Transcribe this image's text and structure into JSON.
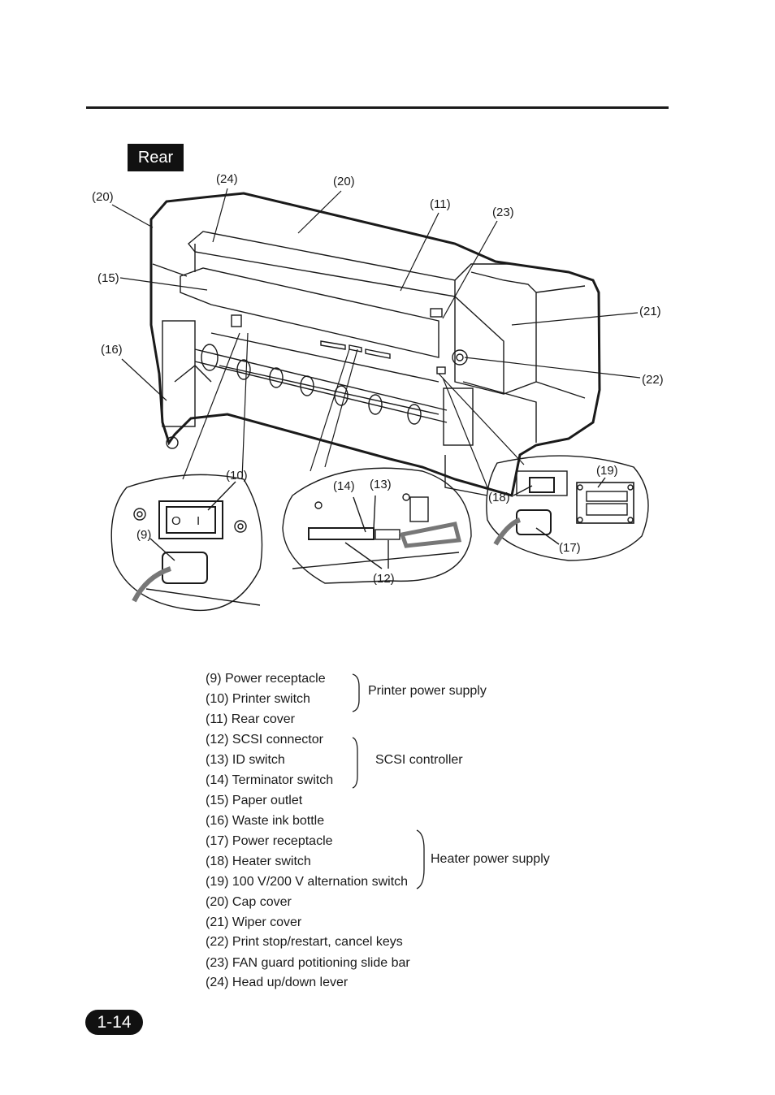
{
  "section_label": "Rear",
  "page_number": "1-14",
  "callouts": {
    "c20a": "(20)",
    "c24": "(24)",
    "c20b": "(20)",
    "c11": "(11)",
    "c23": "(23)",
    "c15": "(15)",
    "c21": "(21)",
    "c16": "(16)",
    "c22": "(22)",
    "c10": "(10)",
    "c9": "(9)",
    "c14": "(14)",
    "c13": "(13)",
    "c12": "(12)",
    "c19": "(19)",
    "c18": "(18)",
    "c17": "(17)"
  },
  "legend": [
    "(9)  Power receptacle",
    "(10) Printer switch",
    "(11) Rear cover",
    "(12) SCSI connector",
    "(13) ID switch",
    "(14) Terminator switch",
    "(15) Paper outlet",
    "(16) Waste ink bottle",
    "(17) Power receptacle",
    "(18) Heater switch",
    "(19) 100 V/200 V alternation switch",
    "(20) Cap cover",
    "(21) Wiper cover",
    "(22) Print stop/restart, cancel keys",
    "(23) FAN guard potitioning slide bar",
    "(24) Head up/down lever"
  ],
  "groups": {
    "printer_power": "Printer power supply",
    "scsi": "SCSI controller",
    "heater_power": "Heater power supply"
  },
  "detail_texts": {
    "switch_on": "I",
    "switch_off": "O"
  }
}
